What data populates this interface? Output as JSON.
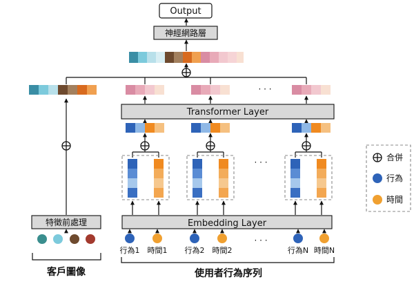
{
  "nodes": {
    "output": "Output",
    "neural_network": "神經網路層",
    "transformer": "Transformer Layer",
    "embedding": "Embedding Layer",
    "feature_preprocess": "特徵前處理",
    "ellipsis": "· · ·"
  },
  "inputs": [
    {
      "behavior": "行為1",
      "time": "時間1"
    },
    {
      "behavior": "行為2",
      "time": "時間2"
    },
    {
      "behavior": "行為N",
      "time": "時間N"
    }
  ],
  "groups": {
    "customer_profile": "客戶圖像",
    "user_behavior_sequence": "使用者行為序列"
  },
  "legend": {
    "concat": "合併",
    "behavior": "行為",
    "time": "時間"
  },
  "colors": {
    "behavior": "#2e63b8",
    "time": "#f0a030",
    "layer_fill": "#d9d9d9",
    "teal": "#3a8ea5",
    "cyan": "#7ccadc",
    "brown": "#6e4a2e",
    "dark_red": "#a33a2e",
    "pink": "#d98ca3"
  }
}
